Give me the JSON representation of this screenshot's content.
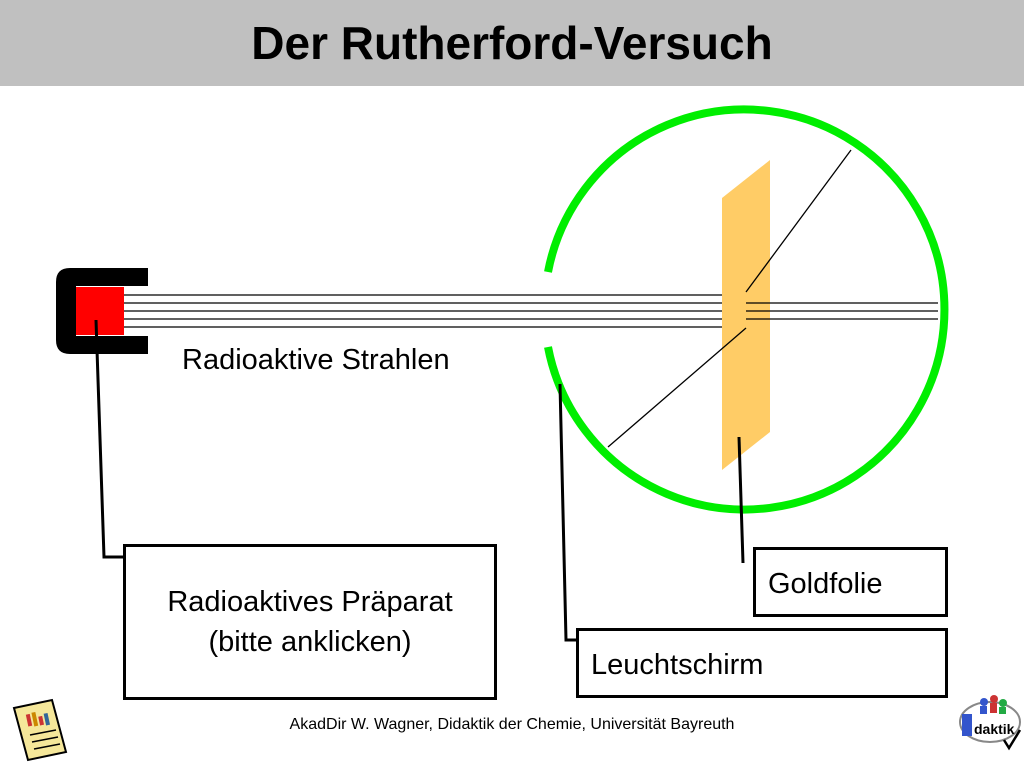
{
  "slide": {
    "title": "Der Rutherford-Versuch",
    "footer": "AkadDir W. Wagner, Didaktik der Chemie, Universität Bayreuth"
  },
  "labels": {
    "strahlen": "Radioaktive Strahlen",
    "praeparat_line1": "Radioaktives Präparat",
    "praeparat_line2": "(bitte anklicken)",
    "goldfolie": "Goldfolie",
    "leuchtschirm": "Leuchtschirm"
  },
  "logo": {
    "text": "daktik"
  },
  "colors": {
    "title_bar": "#c0c0c0",
    "screen_ring": "#00ee00",
    "gold_foil": "#ffcc66",
    "source": "#ff0000",
    "shield": "#000000"
  },
  "icons": {
    "bottom_left": "document-chart-icon",
    "bottom_right": "didaktik-logo-icon"
  }
}
